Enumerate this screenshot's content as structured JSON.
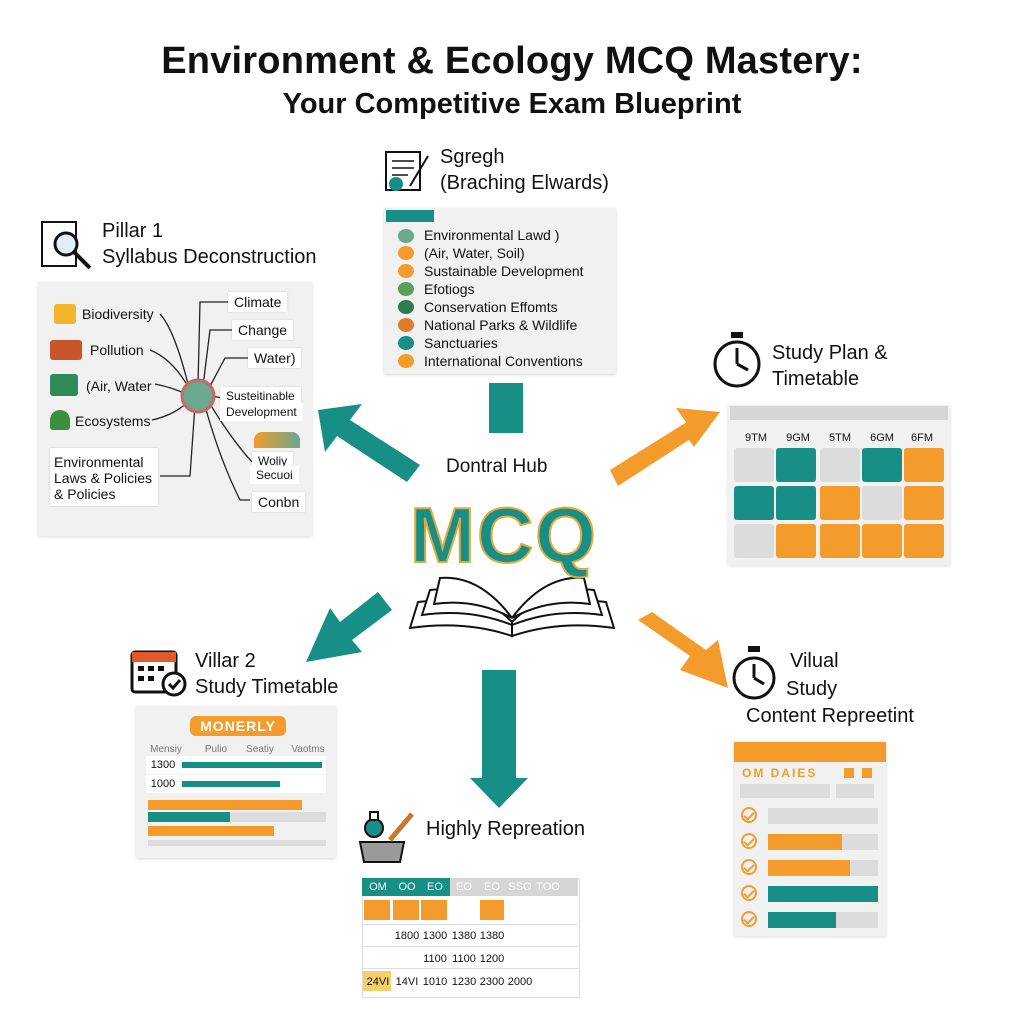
{
  "title": {
    "line1": "Environment & Ecology MCQ Mastery:",
    "line2": "Your Competitive Exam Blueprint"
  },
  "hub": {
    "label": "Dontral Hub",
    "mcq": "MCQ"
  },
  "top_node": {
    "heading_line1": "Sgregh",
    "heading_line2": "(Braching Elwards)",
    "items": [
      "Environmental Lawd )",
      "(Air, Water, Soil)",
      "Sustainable Development",
      "Efotiogs",
      "Conservation Effomts",
      "National Parks & Wildlife",
      "Sanctuaries",
      "International Conventions"
    ]
  },
  "pillar1": {
    "heading_line1": "Pillar 1",
    "heading_line2": "Syllabus Deconstruction",
    "left_labels": [
      "Biodiversity",
      "Pollution",
      "(Air, Water",
      "Ecosystems"
    ],
    "left_box": [
      "Environmental",
      "Laws & Policies",
      "& Policies"
    ],
    "right_tags": [
      "Climate",
      "Change",
      "Water)",
      "Susteitinable",
      "Development",
      "Woliy",
      "Secuoi",
      "Conbn"
    ]
  },
  "study_plan": {
    "heading_line1": "Study Plan &",
    "heading_line2": "Timetable",
    "columns": [
      "9TM",
      "9GM",
      "5TM",
      "6GM",
      "6FM"
    ]
  },
  "villar2": {
    "heading_line1": "Villar 2",
    "heading_line2": "Study Timetable",
    "banner": "MONERLY",
    "columns": [
      "Mensiy",
      "Pulio",
      "Seatiy",
      "Vaotms"
    ],
    "rows": [
      "1300",
      "1000"
    ]
  },
  "visual": {
    "heading_line1": "Vilual",
    "heading_line2": "Study",
    "heading_line3": "Content Repreetint",
    "header_text": "OM DAIES"
  },
  "highly": {
    "heading": "Highly Repreation",
    "header": [
      "OM",
      "OO",
      "EO",
      "EO",
      "EO",
      "SSO",
      "TOO"
    ],
    "row2": [
      "1800",
      "1300",
      "1380",
      "1380"
    ],
    "row3": [
      "1100",
      "1100",
      "1200"
    ],
    "row4": [
      "24VI",
      "14VI",
      "1010",
      "1230",
      "2300",
      "2000"
    ]
  },
  "colors": {
    "teal": "#178f86",
    "orange": "#f39c2b",
    "grey": "#dcdcdc"
  },
  "icons": [
    "scroll-quill-icon",
    "magnifier-scroll-icon",
    "stopwatch-icon",
    "calendar-check-icon",
    "open-book-icon",
    "flask-brush-icon"
  ]
}
